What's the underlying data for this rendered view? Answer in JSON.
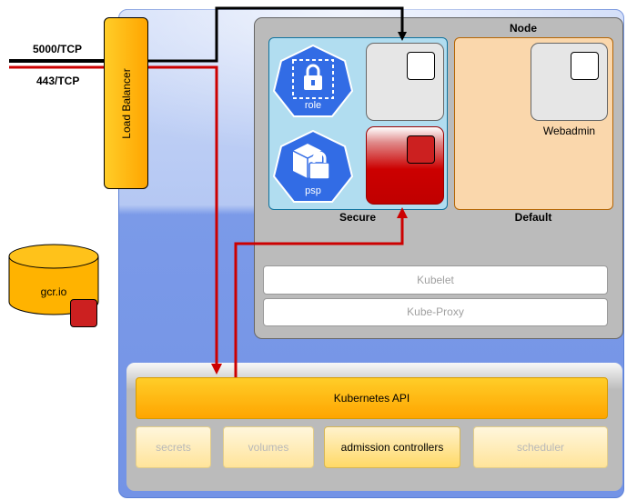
{
  "ports": {
    "p5000": "5000/TCP",
    "p443": "443/TCP"
  },
  "load_balancer": {
    "label": "Load Balancer"
  },
  "registry": {
    "label": "gcr.io"
  },
  "node": {
    "title": "Node",
    "secure_ns": {
      "label": "Secure",
      "role_label": "role",
      "psp_label": "psp"
    },
    "default_ns": {
      "label": "Default",
      "webadmin_label": "Webadmin"
    },
    "kubelet_label": "Kubelet",
    "kube_proxy_label": "Kube-Proxy"
  },
  "control_plane": {
    "api_label": "Kubernetes API",
    "components": {
      "secrets": "secrets",
      "volumes": "volumes",
      "admission": "admission controllers",
      "scheduler": "scheduler"
    }
  },
  "colors": {
    "traffic_black": "#000000",
    "traffic_red": "#cc0000",
    "k8s_blue": "#326ce5",
    "secure_blue": "#b1ddf0",
    "default_orange": "#fad7ac",
    "api_orange": "#ffa500"
  },
  "icons": {
    "role": "kubernetes-role-icon",
    "psp": "kubernetes-psp-icon",
    "registry": "database-cylinder-icon"
  }
}
